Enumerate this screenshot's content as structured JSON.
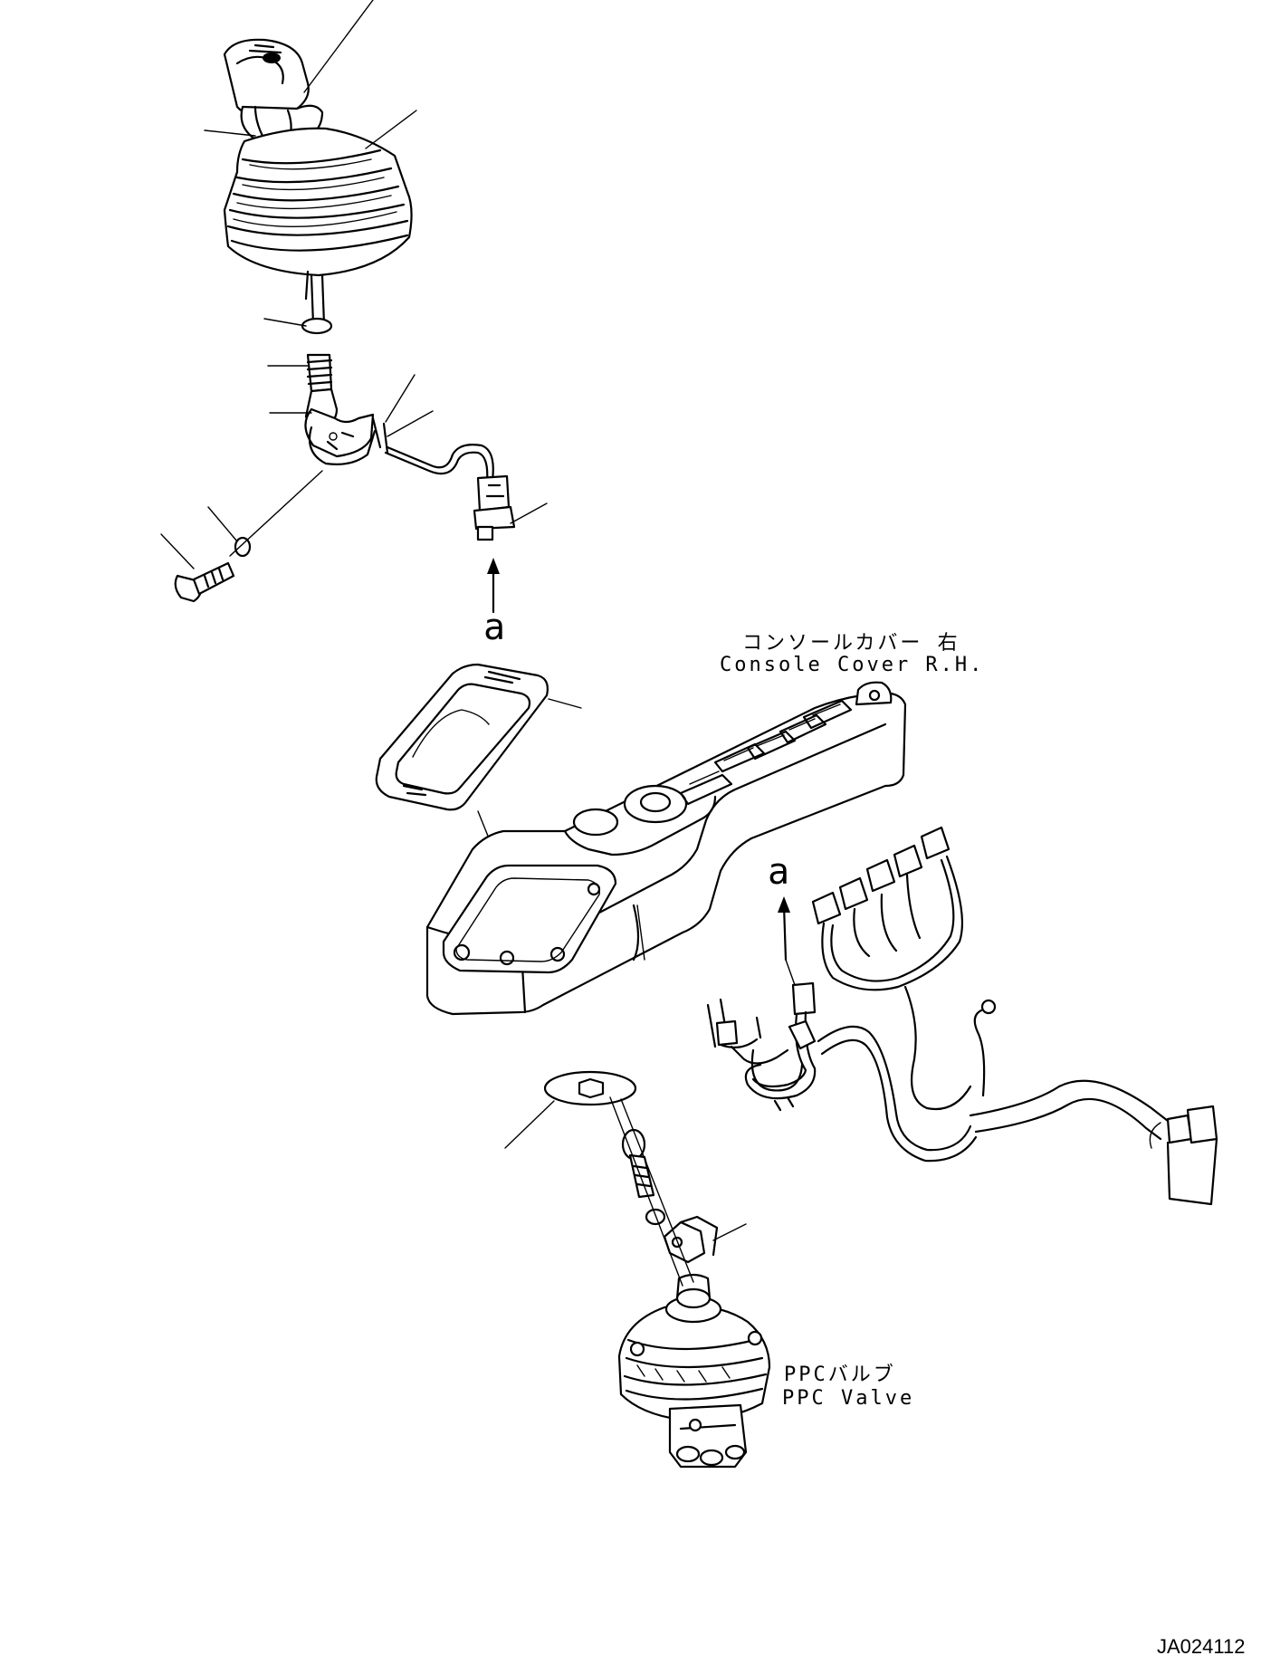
{
  "diagram": {
    "labels": {
      "console_cover_jp": "コンソールカバー 右",
      "console_cover_en": "Console Cover R.H.",
      "ppc_valve_jp": "PPCバルブ",
      "ppc_valve_en": "PPC Valve",
      "ref_a_top": "a",
      "ref_a_right": "a",
      "drawing_code": "JA024112"
    }
  }
}
